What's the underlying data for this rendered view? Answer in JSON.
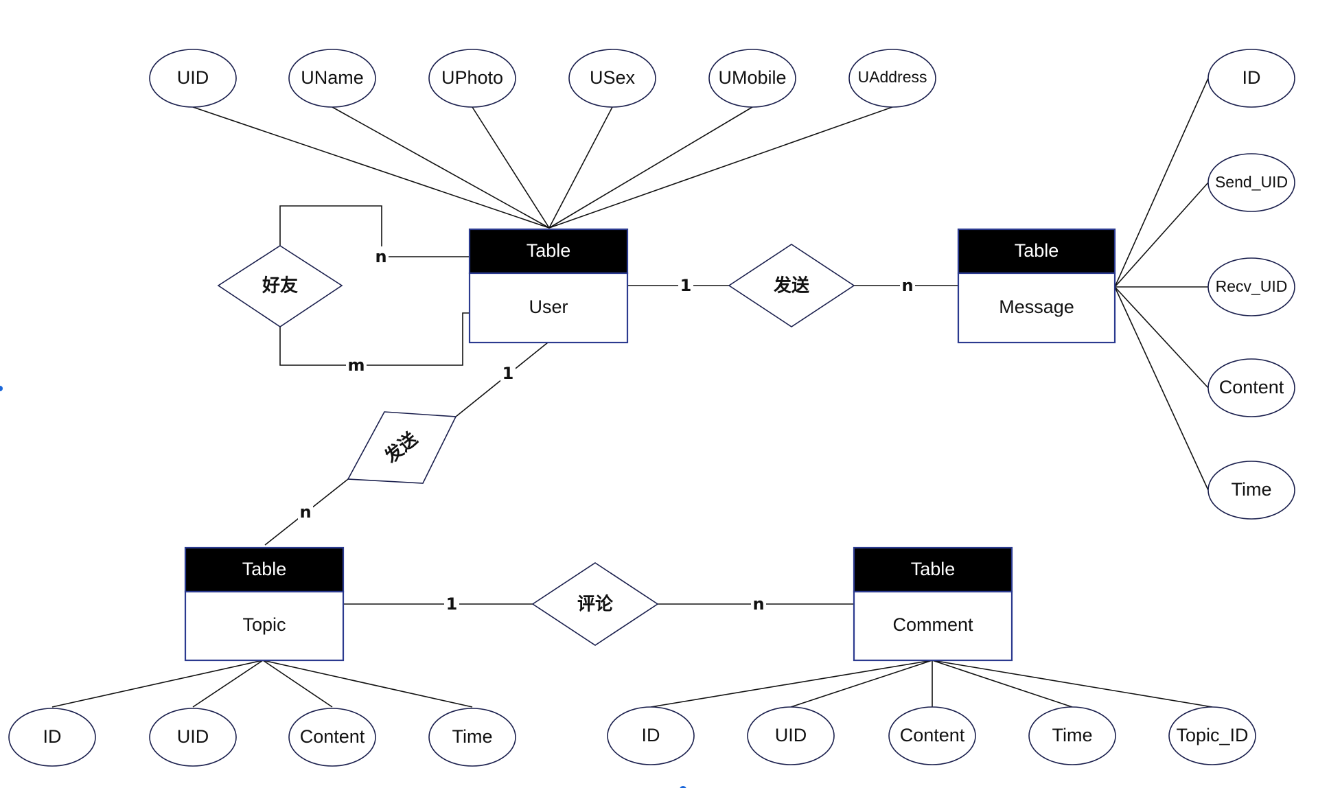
{
  "entities": {
    "user": {
      "header": "Table",
      "name": "User"
    },
    "message": {
      "header": "Table",
      "name": "Message"
    },
    "topic": {
      "header": "Table",
      "name": "Topic"
    },
    "comment": {
      "header": "Table",
      "name": "Comment"
    }
  },
  "attributes": {
    "user": [
      "UID",
      "UName",
      "UPhoto",
      "USex",
      "UMobile",
      "UAddress"
    ],
    "message": [
      "ID",
      "Send_UID",
      "Recv_UID",
      "Content",
      "Time"
    ],
    "topic": [
      "ID",
      "UID",
      "Content",
      "Time"
    ],
    "comment": [
      "ID",
      "UID",
      "Content",
      "Time",
      "Topic_ID"
    ]
  },
  "relationships": {
    "friend": {
      "label": "好友",
      "card_a": "n",
      "card_b": "m"
    },
    "send_message": {
      "label": "发送",
      "card_a": "1",
      "card_b": "n"
    },
    "send_topic": {
      "label": "发送",
      "card_a": "1",
      "card_b": "n"
    },
    "comment": {
      "label": "评论",
      "card_a": "1",
      "card_b": "n"
    }
  },
  "colors": {
    "entity_header": "#000000",
    "entity_border": "#2b3a8f",
    "outline": "#1a1f4d",
    "line": "#111111"
  }
}
